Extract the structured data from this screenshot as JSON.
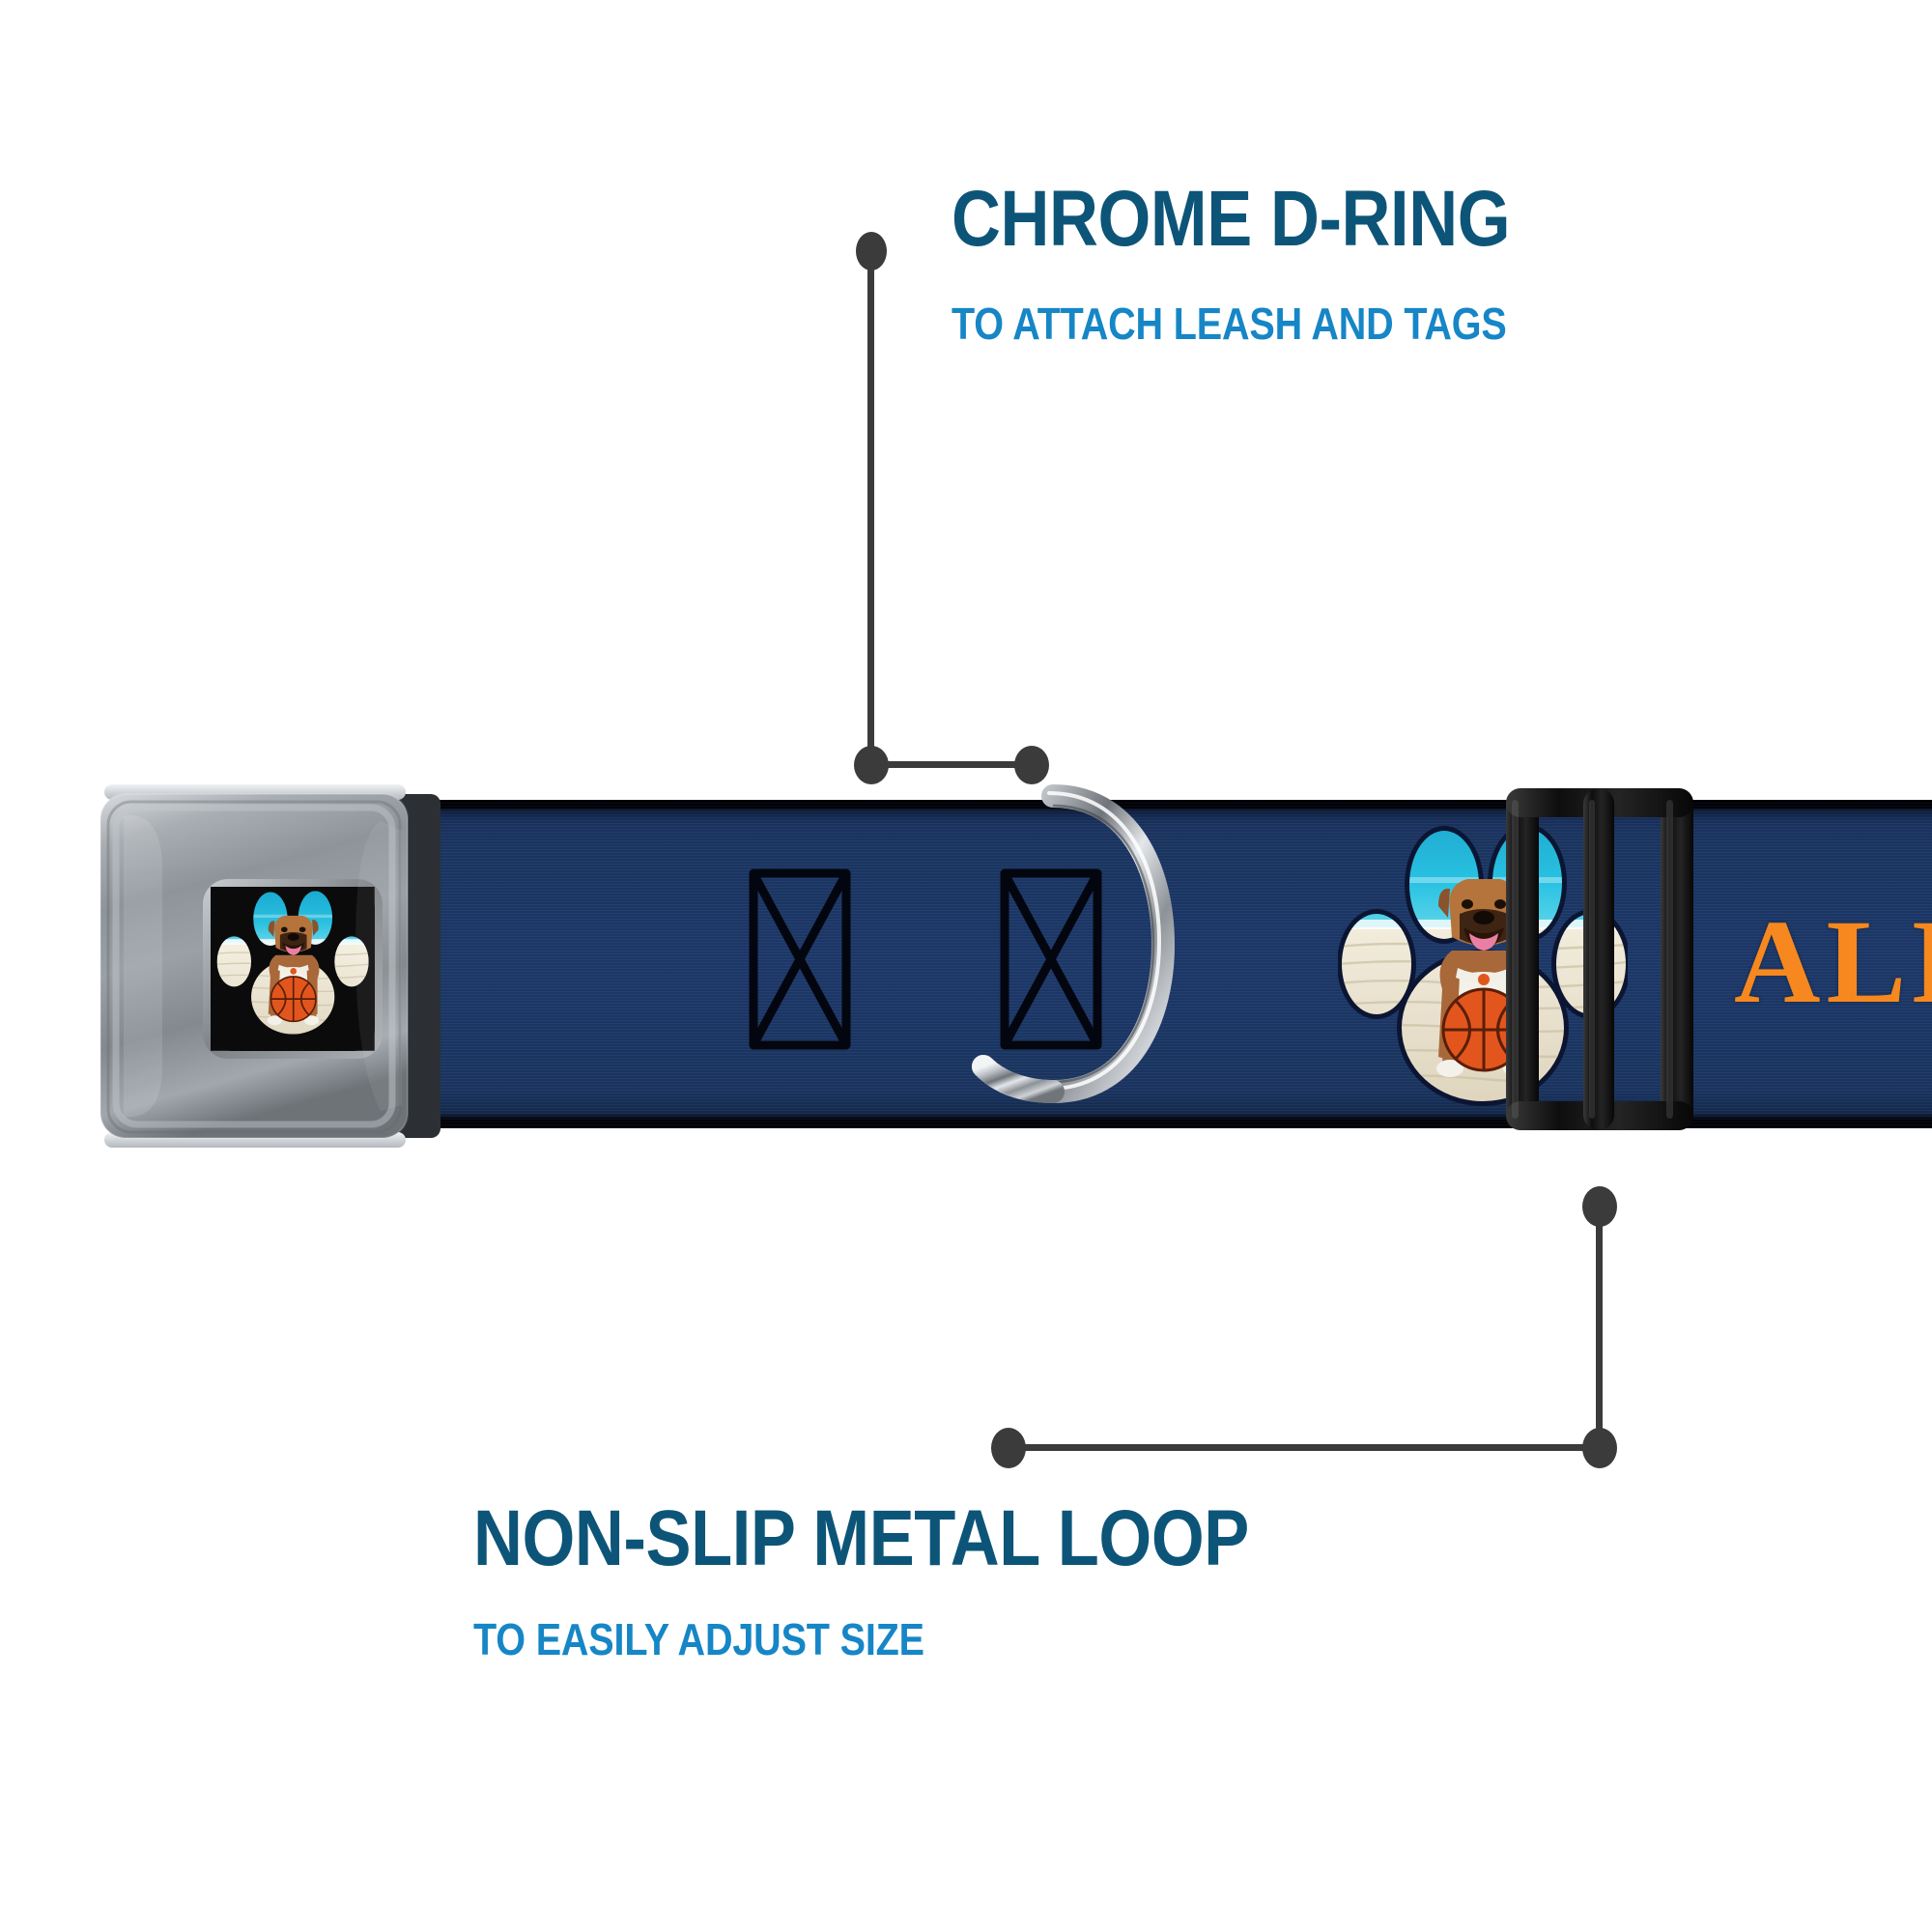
{
  "page": {
    "background_color": "#ffffff",
    "product": "seatbelt buckle dog collar"
  },
  "colors": {
    "title_blue": "#0d5578",
    "subtitle_blue": "#1686c6",
    "leader_gray": "#3b3b3b",
    "webbing_navy": "#1d3a6c",
    "webbing_edge": "#000208",
    "strap_text_orange": "#f6881f",
    "chrome_light": "#e9ebee",
    "chrome_mid": "#9aa0a6",
    "chrome_dark": "#5d6267",
    "loop_black": "#1a1a1a",
    "sky_teal": "#22b6d8",
    "sand_cream": "#e9e2cf",
    "dog_fawn": "#b4743c",
    "basketball_orange": "#e2561e"
  },
  "callouts": [
    {
      "id": "chrome-d-ring",
      "title": "CHROME D-RING",
      "subtitle": "TO ATTACH LEASH AND TAGS",
      "position": "top-right",
      "points_to": "d-ring"
    },
    {
      "id": "non-slip-metal-loop",
      "title": "NON-SLIP METAL LOOP",
      "subtitle": "TO EASILY ADJUST SIZE",
      "position": "bottom-left",
      "points_to": "tri-glide-loop"
    }
  ],
  "collar": {
    "buckle": {
      "name": "seatbelt-buckle",
      "finish": "brushed chrome",
      "inset_art": "dog-paw-beach-basketball"
    },
    "webbing": {
      "color_name": "navy",
      "stitching": "box-x-bartack",
      "bartack_count": 2
    },
    "d_ring": {
      "name": "chrome-d-ring",
      "finish": "polished chrome"
    },
    "tri_glide": {
      "name": "non-slip-metal-loop",
      "finish": "black metal"
    },
    "strap_text": "ALL",
    "strap_art": "dog-paw-beach-basketball"
  },
  "artwork": {
    "description": "boxer dog with basketball on beach inside paw print",
    "sky": "teal ocean",
    "ground": "cream sand",
    "ball": "orange basketball"
  }
}
